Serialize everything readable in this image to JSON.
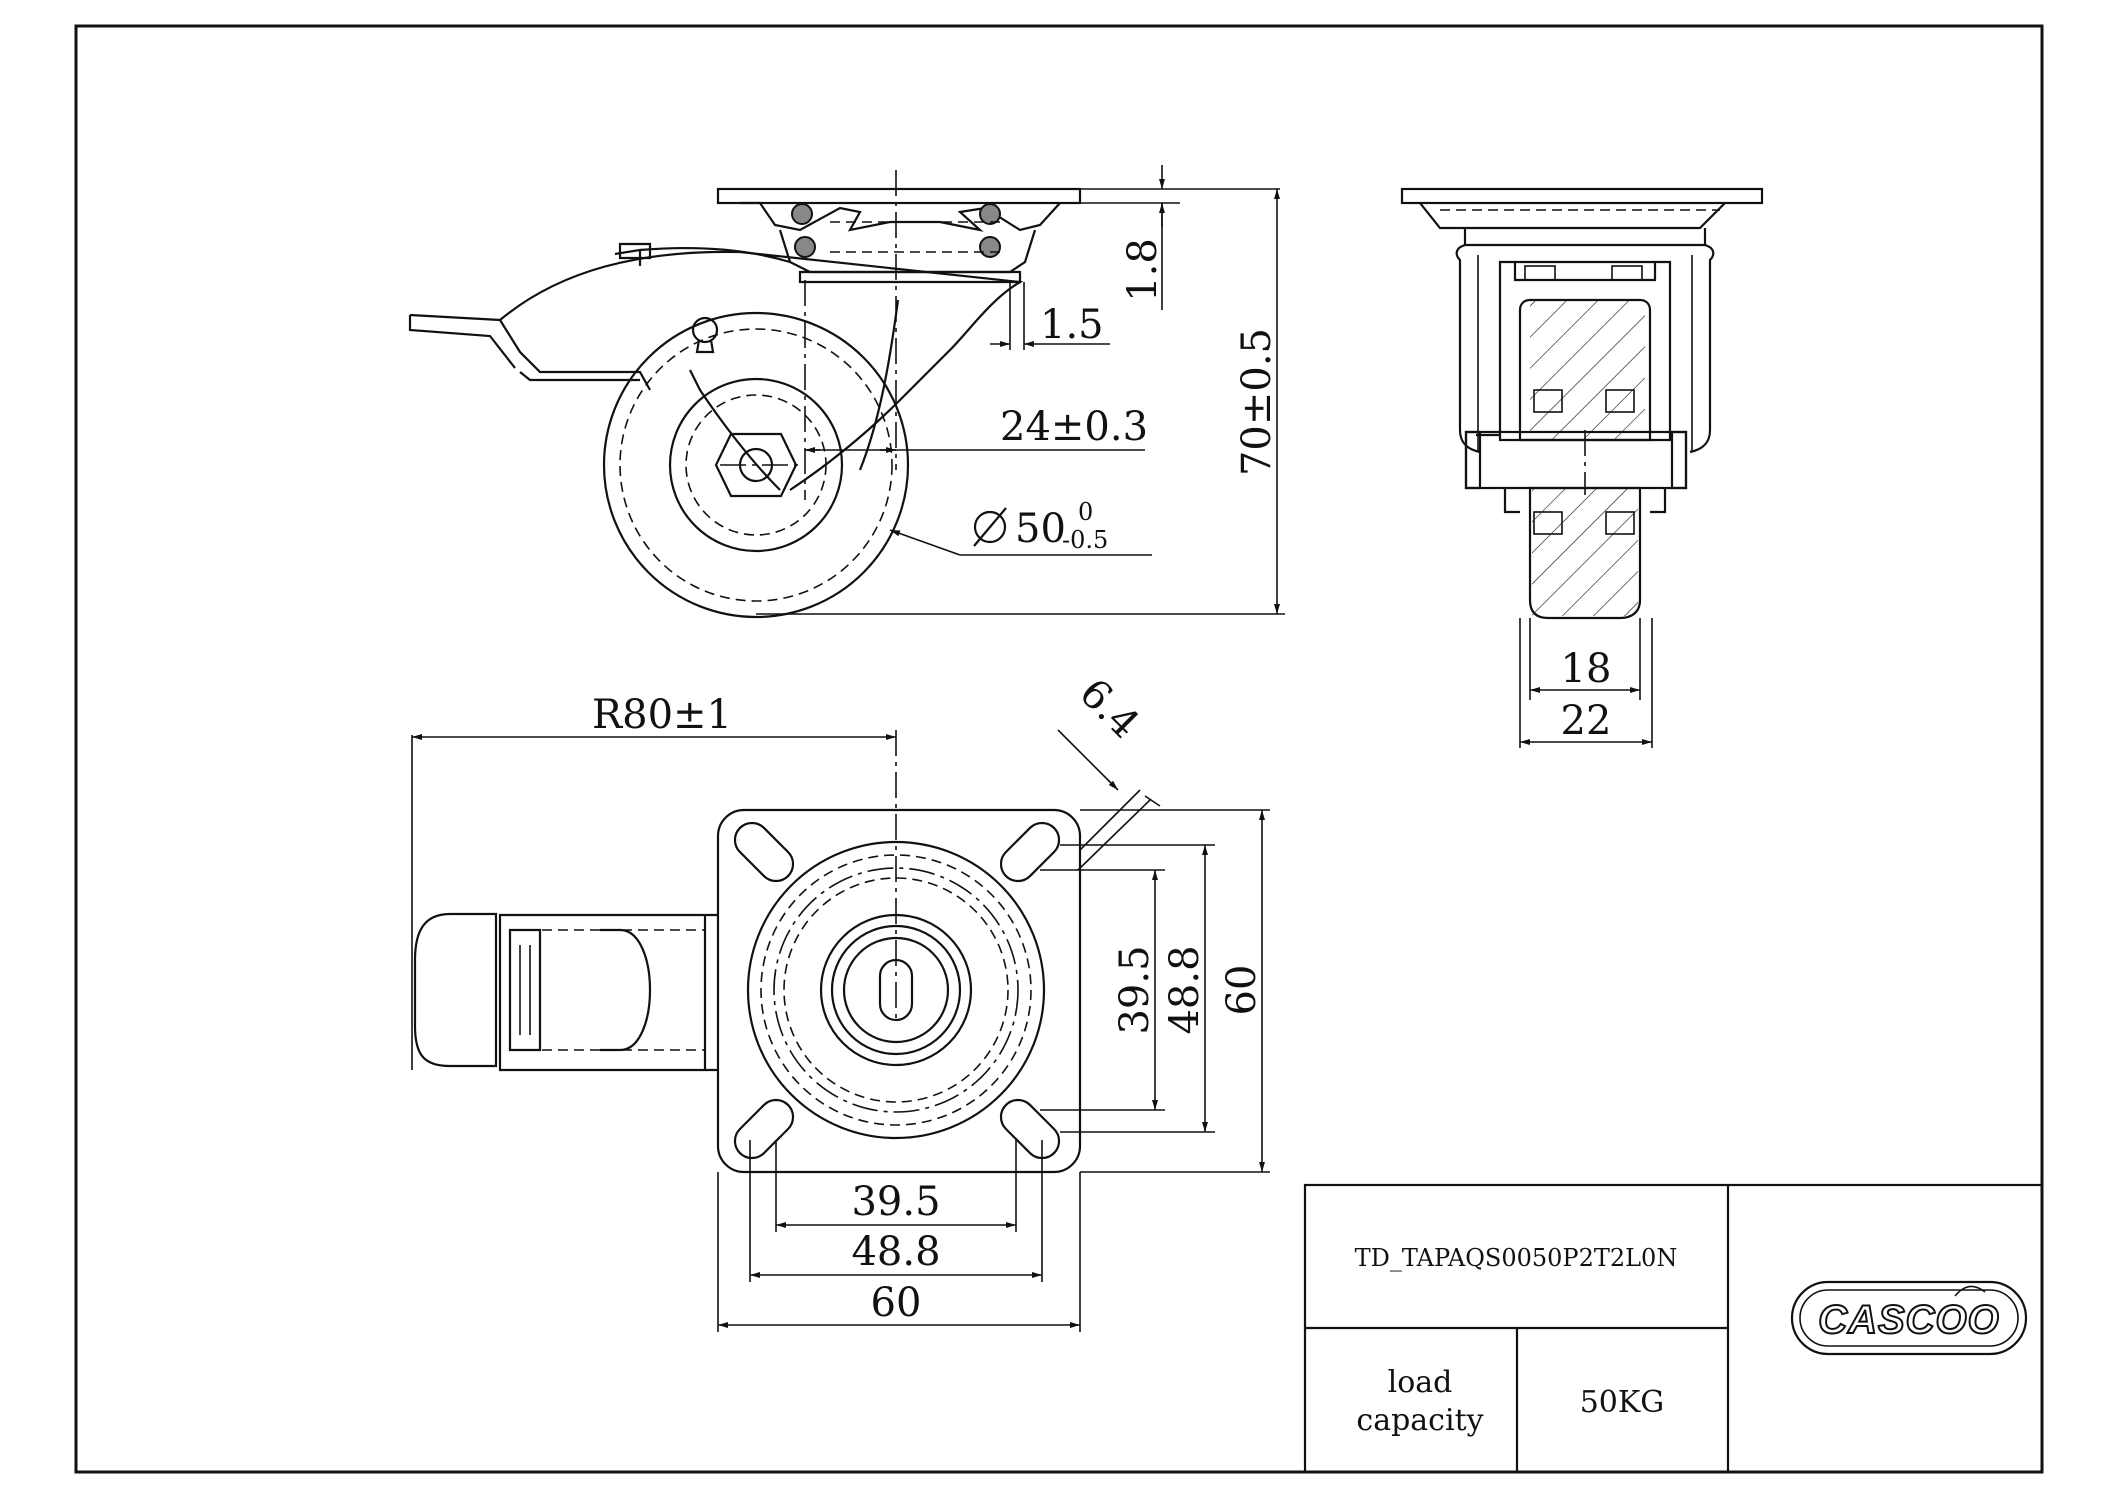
{
  "drawing": {
    "side_view": {
      "dim_plate_thickness": "1.8",
      "dim_offset": "1.5",
      "dim_height": "70±0.5",
      "dim_swivel_offset": "24±0.3",
      "dim_wheel_diameter": "50",
      "dim_wheel_tol_upper": "0",
      "dim_wheel_tol_lower": "-0.5"
    },
    "front_view": {
      "dim_wheel_width": "18",
      "dim_fork_width": "22"
    },
    "top_view": {
      "dim_radius": "R80±1",
      "dim_slot": "6.4",
      "dim_hole_spacing_v": "39.5",
      "dim_hole_outer_v": "48.8",
      "dim_plate_v": "60",
      "dim_hole_spacing_h": "39.5",
      "dim_hole_outer_h": "48.8",
      "dim_plate_h": "60"
    }
  },
  "title_block": {
    "part_number": "TD_TAPAQS0050P2T2L0N",
    "load_label_line1": "load",
    "load_label_line2": "capacity",
    "load_value": "50KG",
    "logo_text": "CASCOO"
  }
}
